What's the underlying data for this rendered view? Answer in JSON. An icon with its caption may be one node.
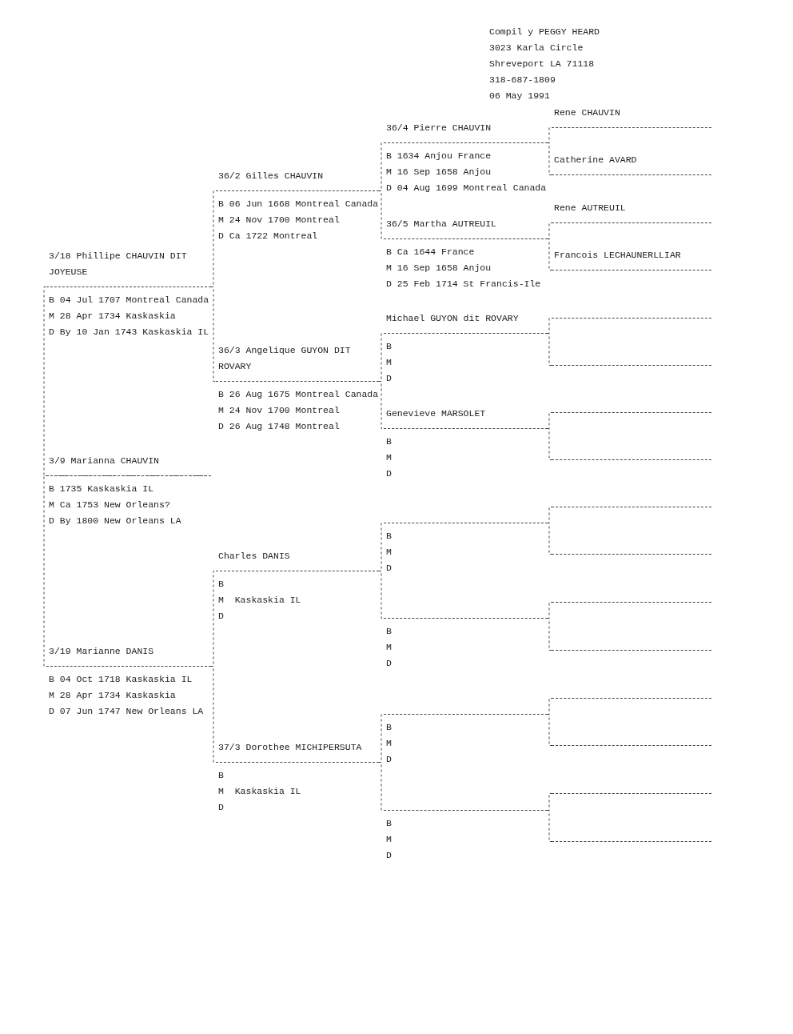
{
  "diagram": {
    "nodes": [
      {
        "text": [
          "3/9 Marianna CHAUVIN",
          "B 1735 Kaskaskia IL",
          "M Ca 1753 New Orleans?",
          "D By 1800 New Orleans LA"
        ]
      },
      {
        "text": [
          "3/18 Phillipe CHAUVIN DIT JOYEUSE",
          "B 04 Jul 1707 Montreal Canada",
          "M 28 Apr 1734 Kaskaskia",
          "D By 10 Jan 1743 Kaskaskia IL"
        ]
      },
      {
        "text": [
          "3/19 Marianne DANIS",
          "B 04 Oct 1718 Kaskaskia IL",
          "M 28 Apr 1734 Kaskaskia",
          "D 07 Jun 1747 New Orleans LA"
        ]
      },
      {
        "text": [
          "36/2 Gilles CHAUVIN",
          "B 06 Jun 1668 Montreal Canada",
          "M 24 Nov 1700 Montreal",
          "D Ca 1722 Montreal"
        ]
      },
      {
        "text": [
          "36/3 Angelique GUYON DIT ROVARY",
          "B 26 Aug 1675 Montreal Canada",
          "M 24 Nov 1700 Montreal",
          "D 26 Aug 1748 Montreal"
        ]
      },
      {
        "text": [
          "Charles DANIS",
          "B",
          "M  Kaskaskia IL",
          "D"
        ]
      },
      {
        "text": [
          "37/3 Dorothee MICHIPERSUTA",
          "B",
          "M  Kaskaskia IL",
          "D"
        ]
      },
      {
        "text": [
          "36/4 Pierre CHAUVIN",
          "B 1634 Anjou France",
          "M 16 Sep 1658 Anjou",
          "D 04 Aug 1699 Montreal Canada"
        ]
      },
      {
        "text": [
          "36/5 Martha AUTREUIL",
          "B Ca 1644 France",
          "M 16 Sep 1658 Anjou",
          "D 25 Feb 1714 St Francis-Ile"
        ]
      },
      {
        "text": [
          "Michael GUYON dit ROVARY",
          "B",
          "M",
          "D"
        ]
      },
      {
        "text": [
          "Genevieve MARSOLET",
          "B",
          "M",
          "D"
        ]
      },
      {
        "text": [
          "B",
          "M",
          "D"
        ]
      },
      {
        "text": [
          "B",
          "M",
          "D"
        ]
      },
      {
        "text": [
          "B",
          "M",
          "D"
        ]
      },
      {
        "text": [
          "B",
          "M",
          "D"
        ]
      },
      {
        "text": [
          "Rene CHAUVIN"
        ]
      },
      {
        "text": [
          "Catherine AVARD"
        ]
      },
      {
        "text": [
          "Rene AUTREUIL"
        ]
      },
      {
        "text": [
          "Francois LECHAUNERLLIAR"
        ]
      },
      {
        "text": [],
        "shape": "line"
      },
      {
        "text": [],
        "shape": "line"
      },
      {
        "text": [],
        "shape": "line"
      },
      {
        "text": [],
        "shape": "line"
      },
      {
        "text": [],
        "shape": "line"
      },
      {
        "text": [],
        "shape": "line"
      },
      {
        "text": [],
        "shape": "line"
      },
      {
        "text": [],
        "shape": "line"
      },
      {
        "text": [],
        "shape": "line"
      },
      {
        "text": [],
        "shape": "line"
      },
      {
        "text": [],
        "shape": "line"
      },
      {
        "text": [],
        "shape": "line"
      }
    ],
    "edges": [
      {
        "from": 0,
        "to": 1,
        "arrow": "none"
      },
      {
        "from": 0,
        "to": 2,
        "arrow": "none"
      },
      {
        "from": 1,
        "to": 3,
        "arrow": "none"
      },
      {
        "from": 1,
        "to": 4,
        "arrow": "none"
      },
      {
        "from": 2,
        "to": 5,
        "arrow": "none"
      },
      {
        "from": 2,
        "to": 6,
        "arrow": "none"
      },
      {
        "from": 3,
        "to": 7,
        "arrow": "none"
      },
      {
        "from": 3,
        "to": 8,
        "arrow": "none"
      },
      {
        "from": 4,
        "to": 9,
        "arrow": "none"
      },
      {
        "from": 4,
        "to": 10,
        "arrow": "none"
      },
      {
        "from": 5,
        "to": 11,
        "arrow": "none"
      },
      {
        "from": 5,
        "to": 12,
        "arrow": "none"
      },
      {
        "from": 6,
        "to": 13,
        "arrow": "none"
      },
      {
        "from": 6,
        "to": 14,
        "arrow": "none"
      },
      {
        "from": 7,
        "to": 15,
        "arrow": "none"
      },
      {
        "from": 7,
        "to": 16,
        "arrow": "none"
      },
      {
        "from": 8,
        "to": 17,
        "arrow": "none"
      },
      {
        "from": 8,
        "to": 18,
        "arrow": "none"
      },
      {
        "from": 9,
        "to": 19,
        "arrow": "none"
      },
      {
        "from": 9,
        "to": 20,
        "arrow": "none"
      },
      {
        "from": 10,
        "to": 21,
        "arrow": "none"
      },
      {
        "from": 10,
        "to": 22,
        "arrow": "none"
      },
      {
        "from": 11,
        "to": 23,
        "arrow": "none"
      },
      {
        "from": 11,
        "to": 24,
        "arrow": "none"
      },
      {
        "from": 12,
        "to": 25,
        "arrow": "none"
      },
      {
        "from": 12,
        "to": 26,
        "arrow": "none"
      },
      {
        "from": 13,
        "to": 27,
        "arrow": "none"
      },
      {
        "from": 13,
        "to": 28,
        "arrow": "none"
      },
      {
        "from": 14,
        "to": 29,
        "arrow": "none"
      },
      {
        "from": 14,
        "to": 30,
        "arrow": "none"
      }
    ],
    "labels": [
      "Compil y PEGGY HEARD",
      "3023 Karla Circle",
      "Shreveport LA 71118",
      "318-687-1809",
      "06 May 1991"
    ]
  }
}
